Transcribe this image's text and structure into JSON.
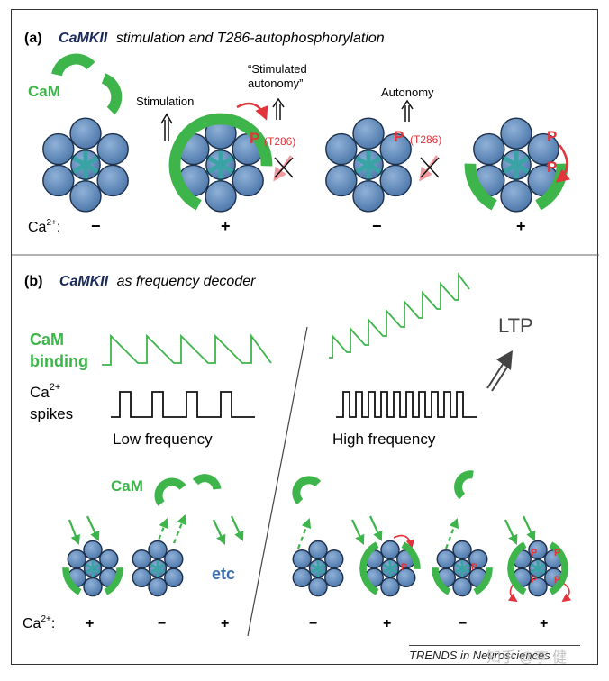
{
  "panel_a": {
    "letter": "(a)",
    "title_emph": "CaMKII",
    "title_rest": "stimulation and T286-autophosphorylation",
    "cam_label": "CaM",
    "stimulation_label": "Stimulation",
    "stimulated_autonomy_line1": "“Stimulated",
    "stimulated_autonomy_line2": "autonomy”",
    "autonomy_label": "Autonomy",
    "p_label": "P",
    "t286_label": "(T286)",
    "ca_label": "Ca",
    "ca_sup": "2+",
    "ca_suffix": ":",
    "ca_states": [
      "−",
      "+",
      "−",
      "+"
    ]
  },
  "panel_b": {
    "letter": "(b)",
    "title_emph": "CaMKII",
    "title_rest": "as frequency decoder",
    "cam_binding_line1": "CaM",
    "cam_binding_line2": "binding",
    "ca_spikes_line1": "Ca",
    "ca_spikes_sup": "2+",
    "ca_spikes_line2": "spikes",
    "low_freq": "Low frequency",
    "high_freq": "High frequency",
    "ltp": "LTP",
    "cam_label": "CaM",
    "etc_label": "etc",
    "p_label": "P",
    "ca_label": "Ca",
    "ca_sup": "2+",
    "ca_suffix": ":",
    "ca_states_left": [
      "+",
      "−",
      "+"
    ],
    "ca_states_right": [
      "−",
      "+",
      "−",
      "+"
    ]
  },
  "footer": {
    "journal": "TRENDS in Neurosciences",
    "watermark": "知乎 @李 健"
  },
  "colors": {
    "cam_green": "#3db54a",
    "subunit_blue": "#5b86b8",
    "hub_teal": "#3aa3a6",
    "phospho_red": "#e2343c",
    "title_navy": "#1a2a5a"
  }
}
